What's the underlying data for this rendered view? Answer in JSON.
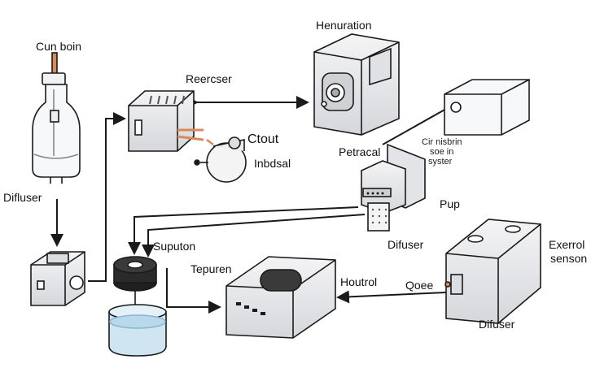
{
  "diagram": {
    "labels": {
      "cun_boin": "Cun boin",
      "henuration": "Henuration",
      "reercser": "Reercser",
      "ctout": "Ctout",
      "inbdsal": "Inbdsal",
      "petracal": "Petracal",
      "cir_note_1": "Cir nisbrin",
      "cir_note_2": "soe in",
      "cir_note_3": "syster",
      "difuser_left": "Difluser",
      "pup": "Pup",
      "difuser_center": "Difuser",
      "suputon": "Suputon",
      "tepuren": "Tepuren",
      "houtrol": "Houtrol",
      "qoee": "Qoee",
      "exerrol": "Exerrol",
      "senson": "senson",
      "difuser_right": "Difuser"
    },
    "icons": [
      "bottle-icon",
      "heater-icon",
      "fan-icon",
      "camera-box-icon",
      "cube-box-icon",
      "diffuser-pump-icon",
      "spool-icon",
      "beaker-icon",
      "hub-icon",
      "sensor-box-icon"
    ],
    "colors": {
      "stroke": "#1a1a1a",
      "device_fill": "#e9eaec",
      "device_dark": "#c9cbcf",
      "water": "#cfe6f2",
      "copper": "#d98a5a"
    }
  }
}
